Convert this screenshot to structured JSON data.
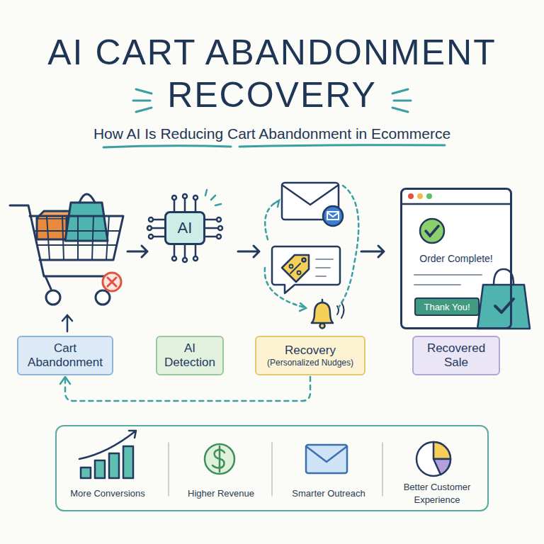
{
  "diagram": {
    "title": "AI CART ABANDONMENT RECOVERY",
    "nodes": [
      {
        "text": [
          "AI"
        ]
      },
      {
        "text": [
          "Order Complete!"
        ]
      },
      {
        "text": [
          "Thank You!"
        ],
        "in": 1
      },
      {
        "text": [
          "Cart Abandonment"
        ]
      },
      {
        "text": [
          "AI Detection"
        ]
      },
      {
        "text": [
          "Recovery",
          "(Personalized Nudges)"
        ]
      },
      {
        "text": [
          "Recovered Sale"
        ]
      },
      {
        "text": [
          "More Conversions",
          "Higher Revenue",
          "Smarter Outreach",
          "Better Customer Experience"
        ]
      }
    ],
    "edges": [
      {
        "from": 5,
        "to": 3,
        "arrow": "to"
      }
    ],
    "labels": [
      "How AI Is Reducing Cart Abandonment in Ecommerce"
    ]
  }
}
